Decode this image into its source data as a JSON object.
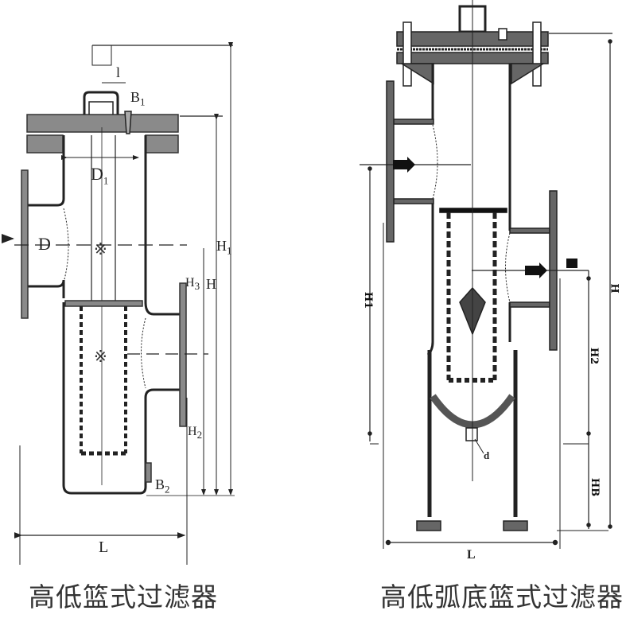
{
  "left_diagram": {
    "caption": "高低篮式过滤器",
    "labels": {
      "D": "D",
      "D1_main": "D",
      "D1_sub": "1",
      "B1_main": "B",
      "B1_sub": "1",
      "B2_main": "B",
      "B2_sub": "2",
      "H": "H",
      "H1_main": "H",
      "H1_sub": "1",
      "H2_main": "H",
      "H2_sub": "2",
      "H3_main": "H",
      "H3_sub": "3",
      "L": "L",
      "l": "l"
    }
  },
  "right_diagram": {
    "caption": "高低弧底篮式过滤器",
    "labels": {
      "H": "H",
      "H1": "H1",
      "H2": "H2",
      "HB": "HB",
      "L": "L",
      "d": "d"
    }
  },
  "colors": {
    "line": "#222222",
    "fill_gray": "#7a7a7a",
    "fill_dark": "#555555",
    "background": "#ffffff",
    "caption": "#333333"
  }
}
